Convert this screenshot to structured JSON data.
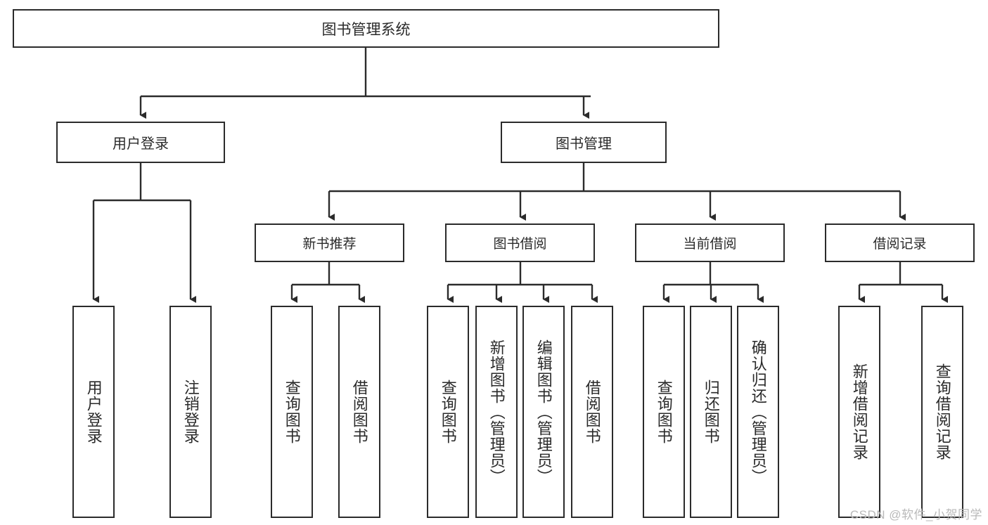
{
  "diagram": {
    "title": "图书管理系统",
    "type": "hierarchy-tree",
    "root": {
      "label": "图书管理系统"
    },
    "level2": [
      {
        "label": "用户登录"
      },
      {
        "label": "图书管理"
      }
    ],
    "level3": [
      {
        "label": "新书推荐"
      },
      {
        "label": "图书借阅"
      },
      {
        "label": "当前借阅"
      },
      {
        "label": "借阅记录"
      }
    ],
    "leaves": {
      "user_login": [
        {
          "label": "用户登录"
        },
        {
          "label": "注销登录"
        }
      ],
      "new_book_recommend": [
        {
          "label": "查询图书"
        },
        {
          "label": "借阅图书"
        }
      ],
      "book_borrow": [
        {
          "label": "查询图书"
        },
        {
          "label": "新增图书（管理员）"
        },
        {
          "label": "编辑图书（管理员）"
        },
        {
          "label": "借阅图书"
        }
      ],
      "current_borrow": [
        {
          "label": "查询图书"
        },
        {
          "label": "归还图书"
        },
        {
          "label": "确认归还（管理员）"
        }
      ],
      "borrow_record": [
        {
          "label": "新增借阅记录"
        },
        {
          "label": "查询借阅记录"
        }
      ]
    }
  },
  "watermark": {
    "text": "CSDN @软件_小贺同学"
  },
  "colors": {
    "border": "#2b2b2b",
    "text": "#2a2a2a",
    "background": "#ffffff",
    "watermark": "#b9b9b9"
  }
}
